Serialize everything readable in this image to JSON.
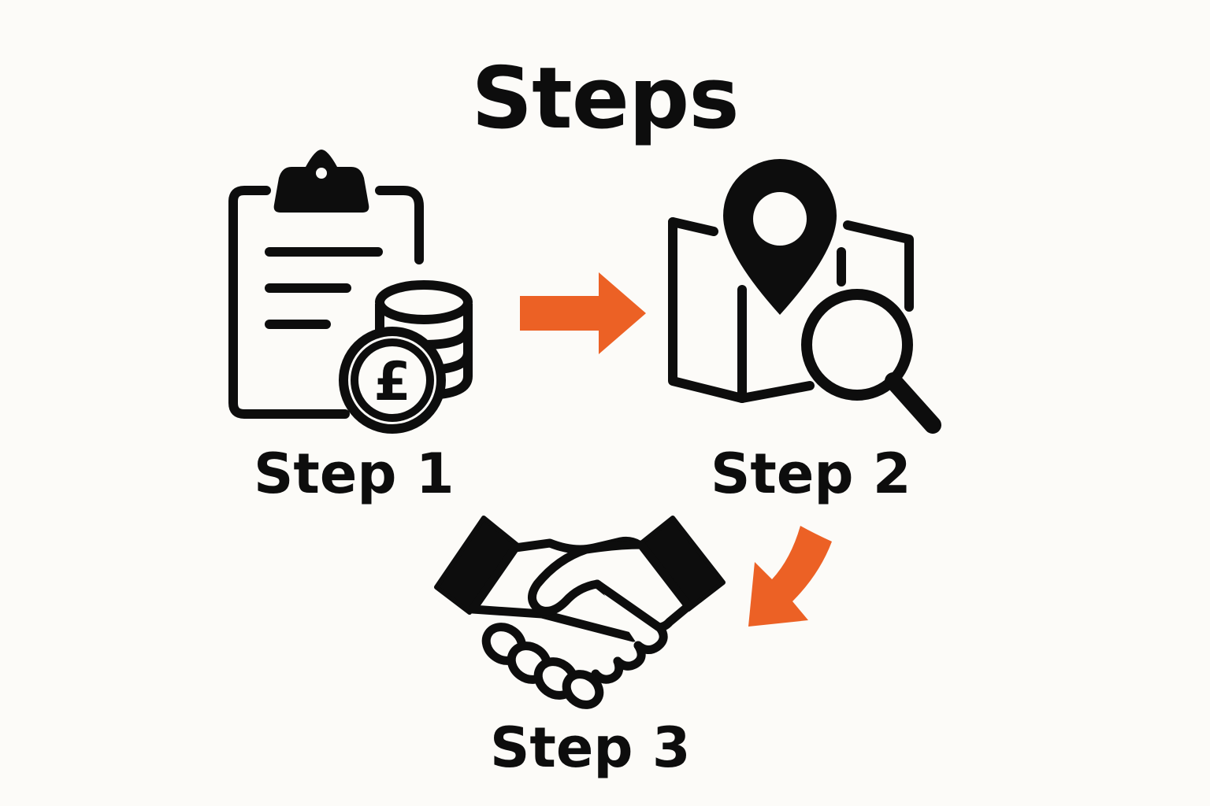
{
  "title": "Steps",
  "steps": [
    {
      "label": "Step 1",
      "icon": "clipboard-pound-coins-icon"
    },
    {
      "label": "Step 2",
      "icon": "map-pin-magnifier-icon"
    },
    {
      "label": "Step 3",
      "icon": "handshake-icon"
    }
  ],
  "colors": {
    "background": "#fcfbf8",
    "ink": "#0d0d0d",
    "arrow": "#ec6125"
  },
  "icons": {
    "currency_symbol": "£"
  }
}
